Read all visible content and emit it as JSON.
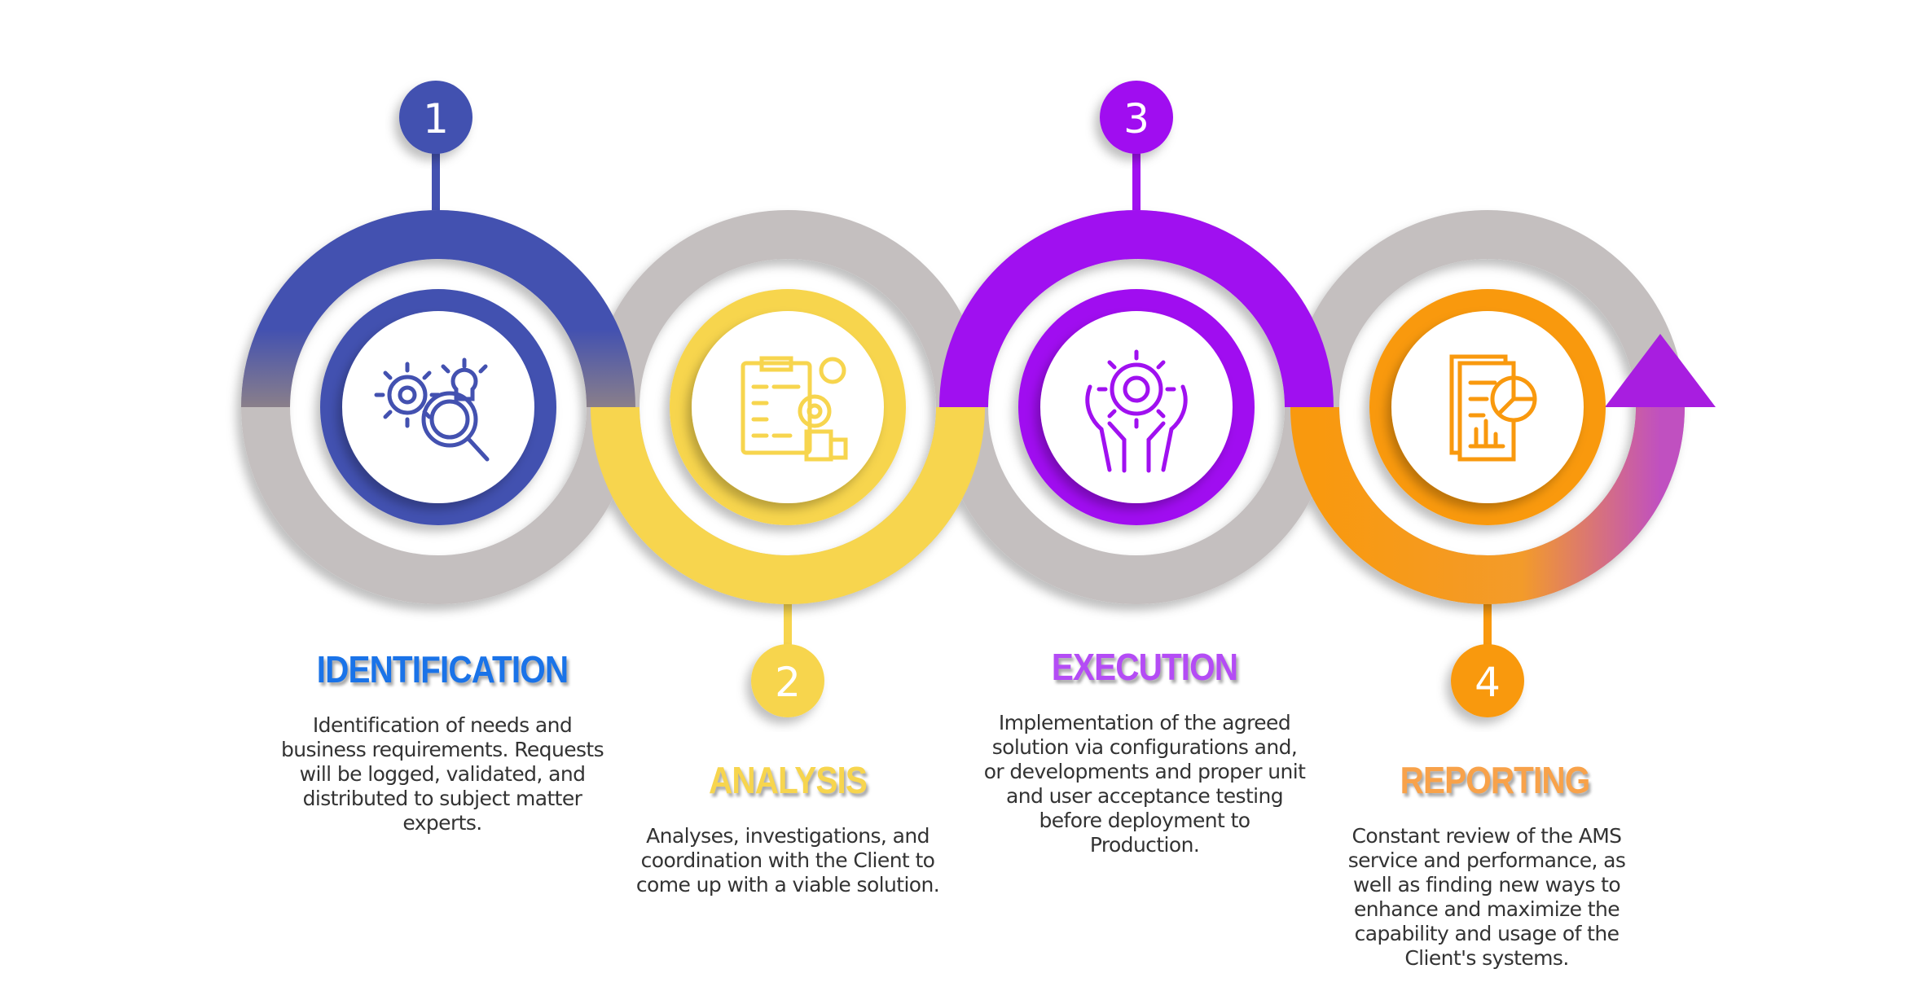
{
  "steps": [
    {
      "number": "1",
      "title": "IDENTIFICATION",
      "description": "Identification of needs and business requirements. Requests will be logged, validated, and distributed to subject matter experts.",
      "icon": "gears-magnifier-lightbulb-icon",
      "color": "#4351b0",
      "title_color": "#1a73e8"
    },
    {
      "number": "2",
      "title": "ANALYSIS",
      "description": "Analyses, investigations, and coordination with the Client to come up with a viable solution.",
      "icon": "clipboard-analysis-icon",
      "color": "#f7d54e",
      "title_color": "#f7d54e"
    },
    {
      "number": "3",
      "title": "EXECUTION",
      "description": "Implementation of the agreed solution via configurations and, or developments and proper unit and user acceptance testing before deployment to Production.",
      "icon": "hands-gear-icon",
      "color": "#a010f0",
      "title_color": "#b44cf5"
    },
    {
      "number": "4",
      "title": "REPORTING",
      "description": "Constant review of the AMS service and performance, as well as finding new ways to enhance and maximize the capability and usage of the Client's systems.",
      "icon": "report-chart-icon",
      "color": "#f9990e",
      "title_color": "#f8a24a"
    }
  ],
  "gray": "#c4bfbf"
}
